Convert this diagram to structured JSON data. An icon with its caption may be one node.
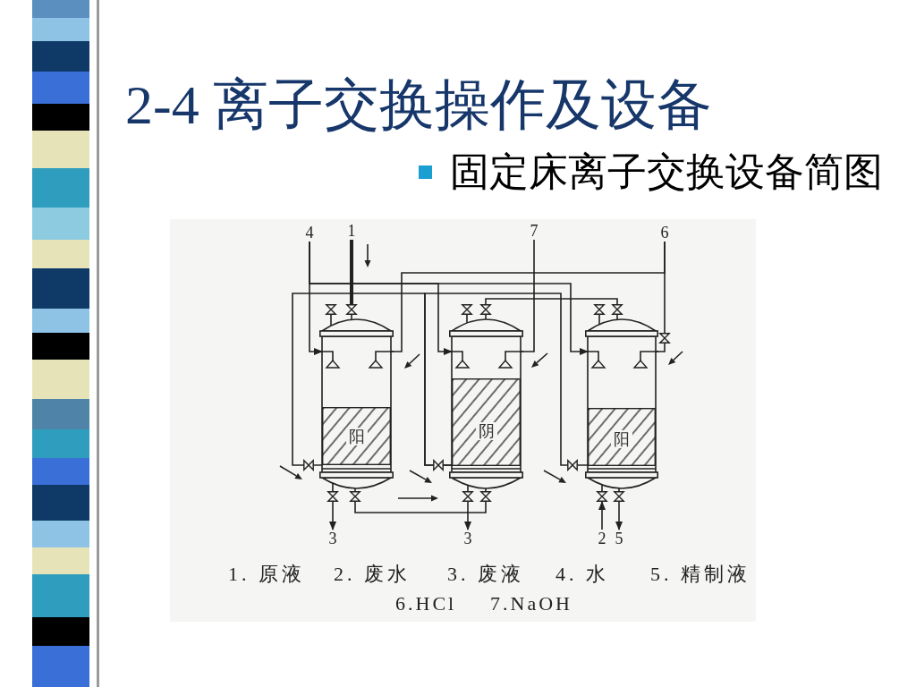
{
  "diagram": {
    "title": "2-4 离子交换操作及设备",
    "nodes": [
      {
        "text": [
          "4"
        ]
      },
      {
        "text": [
          "1"
        ]
      },
      {
        "text": [
          "7"
        ]
      },
      {
        "text": [
          "6"
        ]
      },
      {
        "text": [
          "阳"
        ]
      },
      {
        "text": [
          "阴"
        ]
      },
      {
        "text": [
          "阳"
        ]
      },
      {
        "text": [
          "3"
        ]
      },
      {
        "text": [
          "3"
        ]
      },
      {
        "text": [
          "2"
        ]
      },
      {
        "text": [
          "5"
        ]
      }
    ],
    "edges": [
      {
        "from": 0,
        "to": 4,
        "arrow": "to"
      },
      {
        "from": 0,
        "to": 5,
        "arrow": "to"
      },
      {
        "from": 0,
        "to": 6,
        "arrow": "to"
      },
      {
        "from": 1,
        "to": 4,
        "arrow": "none",
        "style": "thick"
      },
      {
        "from": 3,
        "to": 4,
        "arrow": "none"
      },
      {
        "from": 3,
        "to": 6,
        "arrow": "none"
      },
      {
        "from": 2,
        "to": 5,
        "arrow": "none"
      },
      {
        "from": 4,
        "to": 7,
        "arrow": "to"
      },
      {
        "from": 5,
        "to": 8,
        "arrow": "to"
      },
      {
        "from": 9,
        "to": 6,
        "arrow": "to"
      },
      {
        "from": 6,
        "to": 10,
        "arrow": "to"
      },
      {
        "from": 4,
        "to": 5,
        "arrow": "none"
      },
      {
        "from": 5,
        "to": 6,
        "arrow": "none"
      },
      {
        "from": 4,
        "to": 5,
        "arrow": "none"
      },
      {
        "from": 5,
        "to": 6,
        "arrow": "none"
      }
    ],
    "labels": [
      "固定床离子交换设备简图",
      "1. 原液",
      "2. 废水",
      "3. 废液",
      "4. 水",
      "5. 精制液",
      "6.HCl",
      "7.NaOH"
    ]
  }
}
